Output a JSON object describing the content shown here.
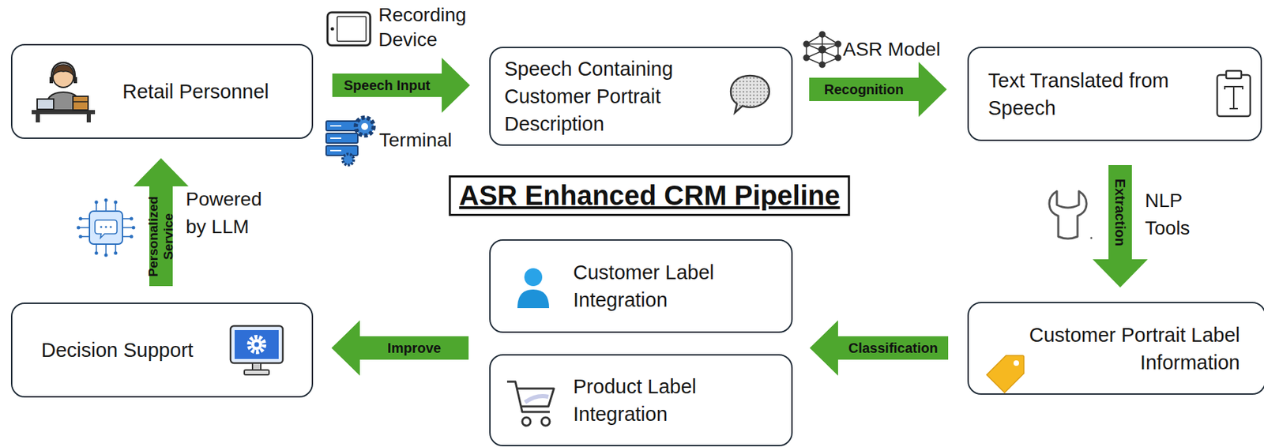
{
  "diagram": {
    "title": "ASR Enhanced CRM Pipeline",
    "nodes": [
      {
        "text": [
          "Retail Personnel"
        ]
      },
      {
        "text": [
          "Speech Containing Customer Portrait Description"
        ]
      },
      {
        "text": [
          "Text Translated from Speech"
        ]
      },
      {
        "text": [
          "Customer Portrait Label Information"
        ]
      },
      {
        "text": [
          "Customer Label Integration"
        ]
      },
      {
        "text": [
          "Product Label Integration"
        ]
      },
      {
        "text": [
          "Decision Support"
        ]
      }
    ],
    "edges": [
      {
        "from": 0,
        "to": 1,
        "label": "Speech Input",
        "arrow": "to"
      },
      {
        "from": 1,
        "to": 2,
        "label": "Recognition",
        "arrow": "to"
      },
      {
        "from": 2,
        "to": 3,
        "label": "Extraction",
        "arrow": "to"
      },
      {
        "from": 3,
        "to": 4,
        "label": "Classification",
        "arrow": "to"
      },
      {
        "from": 3,
        "to": 5,
        "arrow": "to"
      },
      {
        "from": 4,
        "to": 6,
        "label": "Improve",
        "arrow": "to"
      },
      {
        "from": 5,
        "to": 6,
        "arrow": "to"
      },
      {
        "from": 6,
        "to": 0,
        "label": "Personalized Service",
        "arrow": "to"
      }
    ],
    "labels": [
      "Recording Device",
      "Terminal",
      "ASR Model",
      "NLP Tools",
      "Powered by LLM"
    ]
  }
}
